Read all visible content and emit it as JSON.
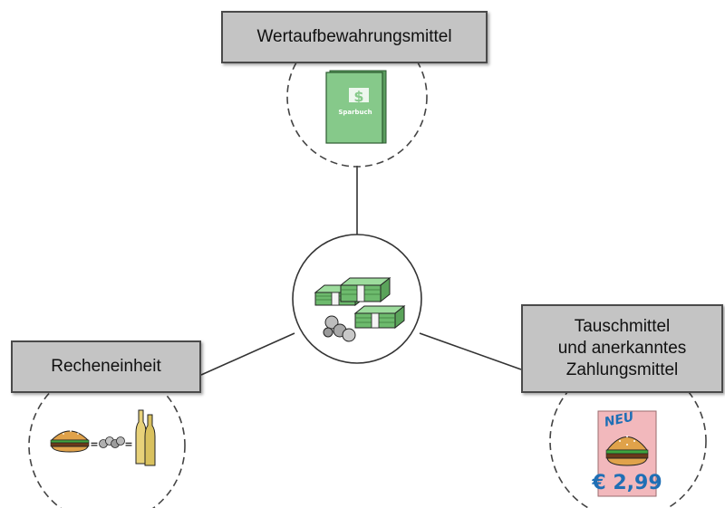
{
  "functions": {
    "store_of_value": {
      "label": "Wertaufbewahrungsmittel",
      "icon": "savings-book-icon",
      "icon_text": "Sparbuch",
      "icon_symbol": "$"
    },
    "unit_of_account": {
      "label": "Recheneinheit",
      "icon": "burger-equals-coins-equals-bottles-icon"
    },
    "medium_of_exchange": {
      "label": "Tauschmittel\nund anerkanntes\nZahlungsmittel",
      "icon": "burger-price-tag-icon",
      "tag_text": "NEU",
      "price": "€ 2,99"
    }
  },
  "center": {
    "icon": "money-stacks-coins-icon"
  },
  "colors": {
    "box_fill": "#c4c4c4",
    "book_green": "#86c98a",
    "bill_green": "#8fd48f",
    "price_tag": "#f2b8bc",
    "price_text": "#1f6fb5",
    "bottle": "#e8d27a"
  }
}
